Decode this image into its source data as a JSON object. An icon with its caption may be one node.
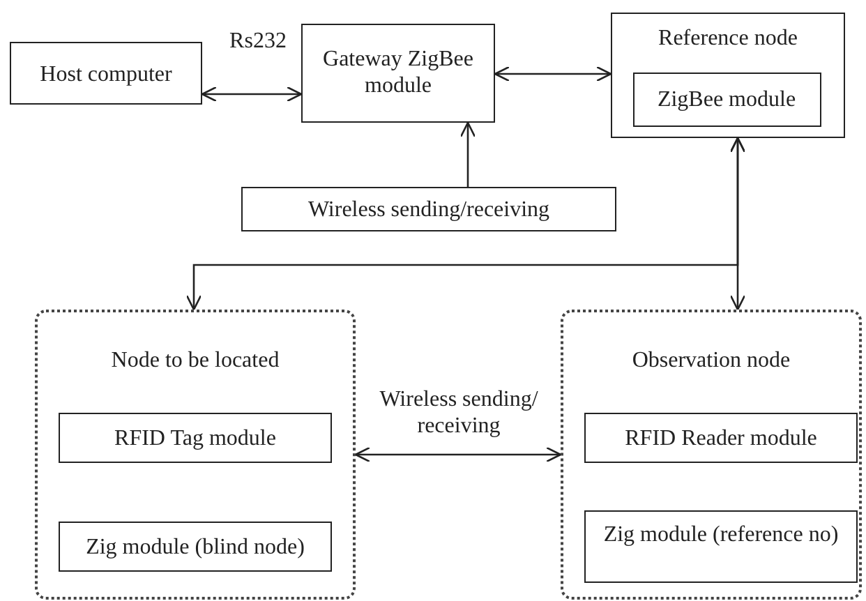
{
  "diagram": {
    "nodes": [
      {
        "text": [
          "Host computer"
        ]
      },
      {
        "text": [
          "Gateway ZigBee module"
        ]
      },
      {
        "text": [
          "Reference node"
        ]
      },
      {
        "text": [
          "ZigBee module"
        ],
        "in": 2
      },
      {
        "text": [
          "Wireless sending/receiving"
        ]
      },
      {
        "text": [
          "Node to be located"
        ]
      },
      {
        "text": [
          "RFID Tag module"
        ],
        "in": 5
      },
      {
        "text": [
          "Zig module (blind node)"
        ],
        "in": 5
      },
      {
        "text": [
          "Observation node"
        ]
      },
      {
        "text": [
          "RFID Reader module"
        ],
        "in": 8
      },
      {
        "text": [
          "Zig module (reference no)"
        ],
        "in": 8
      }
    ],
    "edges": [
      {
        "from": 0,
        "to": 1,
        "arrow": "both",
        "label": "Rs232"
      },
      {
        "from": 1,
        "to": 2,
        "arrow": "both"
      },
      {
        "from": 4,
        "to": 1,
        "arrow": "to"
      },
      {
        "from": 5,
        "to": 2,
        "arrow": "both"
      },
      {
        "from": 2,
        "to": 8,
        "arrow": "both"
      },
      {
        "from": 5,
        "to": 8,
        "arrow": "both",
        "label": "Wireless sending/ receiving"
      }
    ]
  }
}
